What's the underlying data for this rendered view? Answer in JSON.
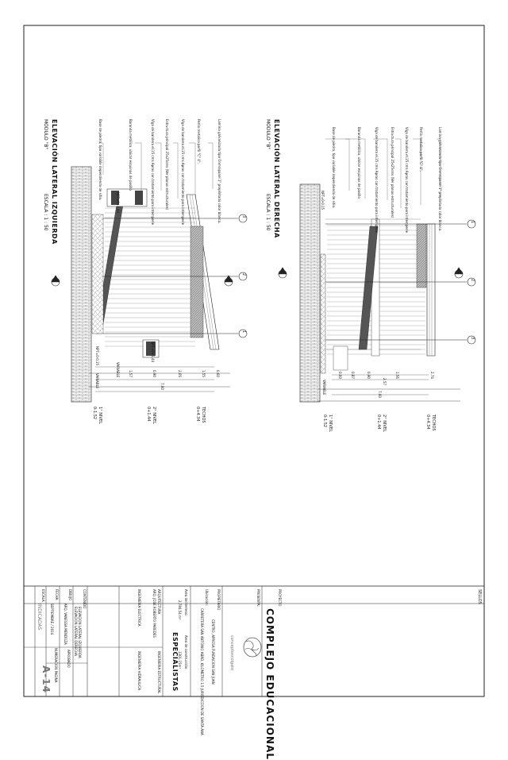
{
  "left_elevation": {
    "title": "ELEVACIÓN LATERAL IZQUIERDA",
    "module": "MODULO \"B\"",
    "scale": "ESCALA : 1 : 50",
    "notes": [
      "Lamina galvanizada tipo Onmnipanel 1\" preplintado color blanco.",
      "Perlin metalico perfil \"C\" 4\".",
      "Viga de bandera el.15 cms Apros con tratamiento para intemperie",
      "Estructura principal 25x25cms (Ver planos estructurales)",
      "Viga de bandera el.15 cms Apros con tratamiento para intemperie",
      "Baranda metálica, ubicar esquinas de pasillo",
      "Base de piedra, tipo variable dependiendo de sitio."
    ],
    "levels": [
      {
        "name": "TECHOS",
        "value": "0+4.34"
      },
      {
        "name": "2° NIVEL",
        "value": "0+1.44"
      },
      {
        "name": "1° NIVEL",
        "value": "0-1.52"
      }
    ],
    "dims": [
      "0.60",
      "1.55",
      "2.65",
      "0.90",
      "1.57",
      "VARIABLE",
      "7.60",
      "VARIABLE"
    ],
    "axes": [
      "3",
      "2",
      "1"
    ],
    "tags": [
      "NPT=0+1.44",
      "NPT=0-0.15",
      "NPT=0+1.44"
    ]
  },
  "right_elevation": {
    "title": "ELEVACIÓN LATERAL DERECHA",
    "module": "MODULO \"B\"",
    "scale": "ESCALA : 1 : 50",
    "notes": [
      "Lamina galvanizada tipo Onmnipanel 1\" preplintado color blanco.",
      "Perlin metalico perfil \"C\" 4\".",
      "Viga de bandera el.15 cms Apros con tratamiento para intemperie",
      "Estructura principal 25x25cms (Ver planos estructurales)",
      "Viga de bandera el.15 cms Apros con tratamiento para intemperie",
      "Baranda metálica, ubicar esquinas de pasillo",
      "Base de piedra, tipo variable dependiendo de sitio."
    ],
    "levels": [
      {
        "name": "TECHOS",
        "value": "0+4.34"
      },
      {
        "name": "2° NIVEL",
        "value": "0+1.44"
      },
      {
        "name": "1° NIVEL",
        "value": "0-1.52"
      }
    ],
    "dims": [
      "2.74",
      "1.56",
      "0.90",
      "0.87",
      "0.60",
      "7.60",
      "2.57",
      "VARIABLE"
    ],
    "axes": [
      "1",
      "2",
      "3"
    ],
    "tags": [
      "NPT=0-0.15"
    ]
  },
  "title_block": {
    "sellos": "SELLOS",
    "proyecto_label": "PROYECTO",
    "proyecto": "COMPLEJO EDUCACIONAL",
    "presenta_label": "PRESENTA:",
    "logo_text": "conceptoxcolgato",
    "propietario_label": "PROPIETARIO",
    "propietario": "CENTRO, APROSA FUNDACION SAN JUAN",
    "ubicacion_label": "Ubicación:",
    "ubicacion": "CARRETERA SAN ANTONIO ABAD, KILOMETRO 1.5 JURISDICCION DE SANTA ANA",
    "area_lote_label": "Area del terreno:",
    "area_lote": "2,784.54 m²",
    "area_const_label": "Area de construcción:",
    "area_const": "1301.15m²",
    "especialistas": "ESPECIALISTAS",
    "arquitectura_label": "ARQUITECTURA",
    "arquitectura": "ARQ. JOSE ROBERTO PAREDES",
    "estructural_label": "INGENIERIA ESTRUCTURAL",
    "electrica_label": "INGENIERIA ELECTRICA",
    "hidraulica_label": "INGENIERIA HIDRAULICA",
    "contenido_label": "CONTENIDO",
    "contenido_1": "ELEVACION LATERAL IZQUIERDA",
    "contenido_2": "ELEVACION LATERAL DERECHA",
    "dibujo_label": "DIBUJO",
    "dibujo": "ARQ. VANESSA MENDOZA",
    "aprobado_label": "APROBADO",
    "fecha_label": "FECHA",
    "fecha": "SEPTIEMBRE / 2014",
    "escala_label": "ESCALA",
    "escala": "INDICADAS",
    "hoja_label": "NUMERACION PAGINA",
    "hoja": "A-14"
  }
}
